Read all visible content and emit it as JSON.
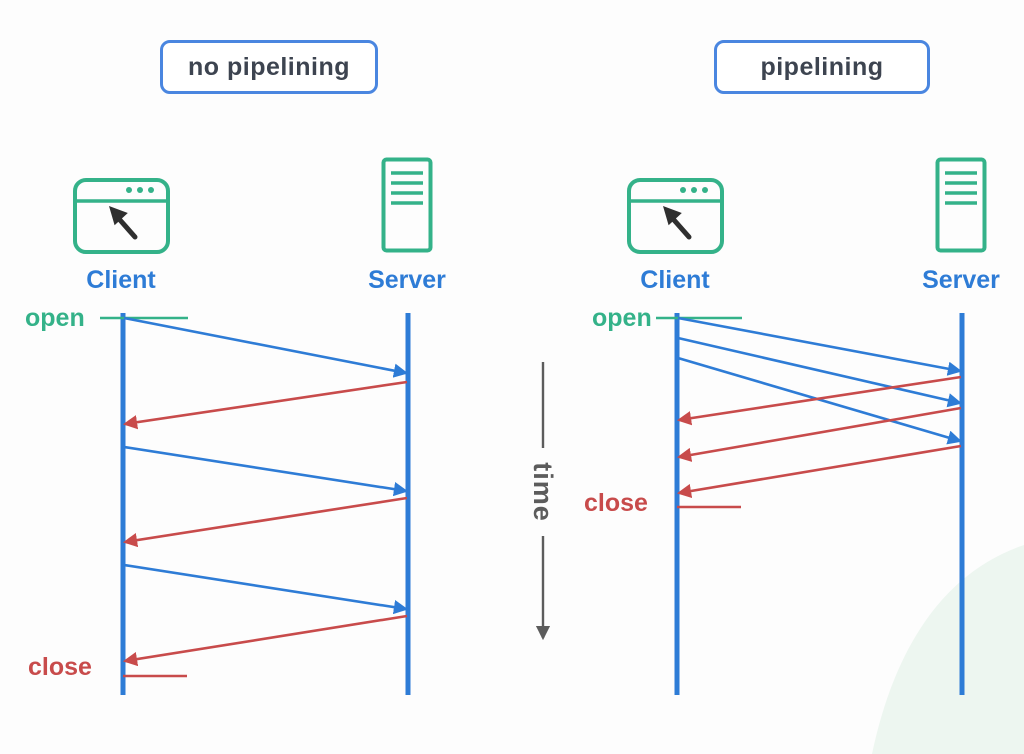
{
  "titles": {
    "left": "no pipelining",
    "right": "pipelining"
  },
  "left_diagram": {
    "client_label": "Client",
    "server_label": "Server",
    "open_label": "open",
    "close_label": "close",
    "requests": 3,
    "responses": 3
  },
  "right_diagram": {
    "client_label": "Client",
    "server_label": "Server",
    "open_label": "open",
    "close_label": "close",
    "requests": 3,
    "responses": 3
  },
  "time_axis": {
    "label": "time"
  },
  "colors": {
    "lifeline_blue": "#2e7cd6",
    "request_blue": "#2e7cd6",
    "response_red": "#c84b4b",
    "icon_green": "#34b289",
    "title_border_blue": "#4a86e0",
    "title_text": "#3d4450",
    "time_gray": "#5c5c5c",
    "background_blob": "#edf6f0"
  }
}
